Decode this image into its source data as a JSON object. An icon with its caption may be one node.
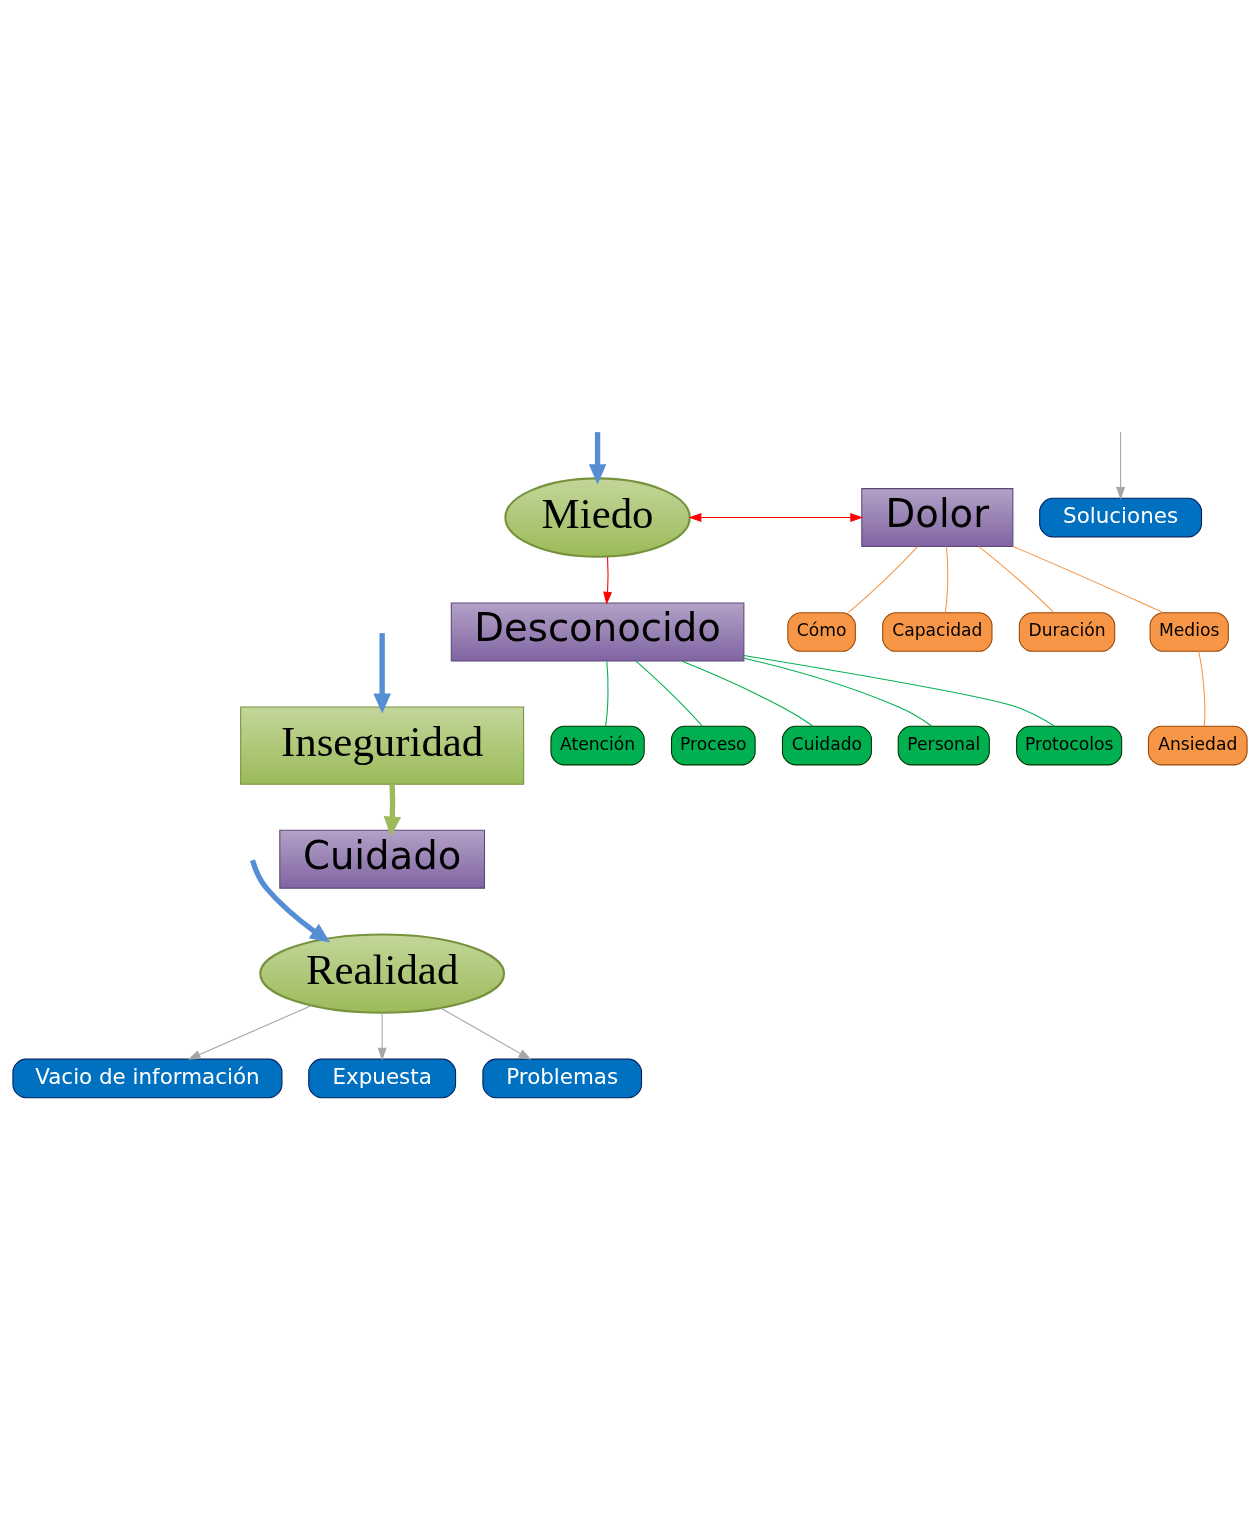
{
  "diagram": {
    "nodes": [
      {
        "text": [
          "Miedo"
        ]
      },
      {
        "text": [
          "Dolor"
        ]
      },
      {
        "text": [
          "Cómo"
        ]
      },
      {
        "text": [
          "Capacidad"
        ]
      },
      {
        "text": [
          "Duración"
        ]
      },
      {
        "text": [
          "Medios"
        ]
      },
      {
        "text": [
          "Ansiedad"
        ]
      },
      {
        "text": [
          "Desconocido"
        ]
      },
      {
        "text": [
          "Atención"
        ]
      },
      {
        "text": [
          "Proceso"
        ]
      },
      {
        "text": [
          "Cuidado"
        ]
      },
      {
        "text": [
          "Personal"
        ]
      },
      {
        "text": [
          "Protocolos"
        ]
      },
      {
        "text": [
          "Inseguridad"
        ]
      },
      {
        "text": [
          "Cuidado"
        ]
      },
      {
        "text": [
          "Realidad"
        ]
      },
      {
        "text": [
          "Vacio de información"
        ]
      },
      {
        "text": [
          "Expuesta"
        ]
      },
      {
        "text": [
          "Problemas"
        ]
      },
      {
        "text": [
          "Soluciones"
        ]
      }
    ],
    "edges": [
      {
        "from": 0,
        "to": 1,
        "arrow": "both",
        "color": "#ff0000"
      },
      {
        "from": 0,
        "to": 7,
        "arrow": "to",
        "color": "#ff0000"
      },
      {
        "from": 2,
        "to": 1,
        "arrow": "none",
        "color": "#f79646"
      },
      {
        "from": 3,
        "to": 1,
        "arrow": "none",
        "color": "#f79646"
      },
      {
        "from": 4,
        "to": 1,
        "arrow": "none",
        "color": "#f79646"
      },
      {
        "from": 5,
        "to": 1,
        "arrow": "none",
        "color": "#f79646"
      },
      {
        "from": 6,
        "to": 5,
        "arrow": "none",
        "color": "#f79646"
      },
      {
        "from": 8,
        "to": 7,
        "arrow": "none",
        "color": "#00b050"
      },
      {
        "from": 9,
        "to": 7,
        "arrow": "none",
        "color": "#00b050"
      },
      {
        "from": 10,
        "to": 7,
        "arrow": "none",
        "color": "#00b050"
      },
      {
        "from": 11,
        "to": 7,
        "arrow": "none",
        "color": "#00b050"
      },
      {
        "from": 12,
        "to": 7,
        "arrow": "none",
        "color": "#00b050"
      },
      {
        "from": null,
        "to": 0,
        "arrow": "to",
        "style": "thick",
        "color": "#558ed5"
      },
      {
        "from": null,
        "to": 13,
        "arrow": "to",
        "style": "thick",
        "color": "#558ed5"
      },
      {
        "from": null,
        "to": 15,
        "arrow": "to",
        "style": "thick",
        "color": "#558ed5"
      },
      {
        "from": 13,
        "to": 14,
        "arrow": "to",
        "style": "thick",
        "color": "#9bbb59"
      },
      {
        "from": 15,
        "to": 16,
        "arrow": "to",
        "color": "#a6a6a6"
      },
      {
        "from": 15,
        "to": 17,
        "arrow": "to",
        "color": "#a6a6a6"
      },
      {
        "from": 15,
        "to": 18,
        "arrow": "to",
        "color": "#a6a6a6"
      },
      {
        "from": null,
        "to": 19,
        "arrow": "to",
        "color": "#a6a6a6"
      }
    ]
  }
}
